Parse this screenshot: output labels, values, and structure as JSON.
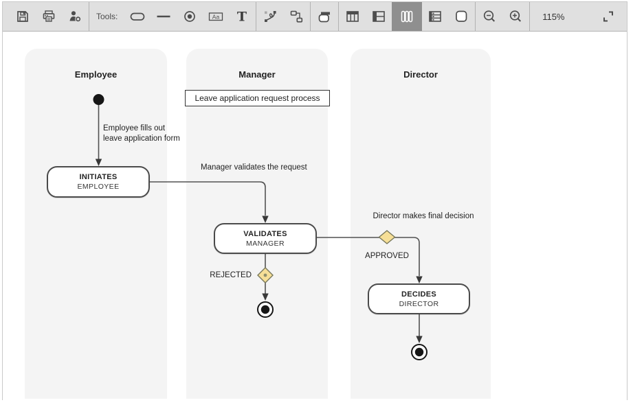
{
  "toolbar": {
    "tools_label": "Tools:",
    "zoom_level": "115%",
    "textbox_glyph": "Aa",
    "text_glyph": "T",
    "items": [
      "save",
      "print",
      "add-user",
      "rounded-rect-tool",
      "line-tool",
      "end-node-tool",
      "textbox-tool",
      "text-tool",
      "curve-tool",
      "tree-tool",
      "pool-tool",
      "table-columns-tool",
      "horizontal-lanes-tool",
      "vertical-lanes-tool",
      "list-tool",
      "rounded-square-tool",
      "zoom-out",
      "zoom-in",
      "expand"
    ],
    "selected_tool": "vertical-lanes-tool"
  },
  "diagram": {
    "title_box": "Leave application request process",
    "lanes": [
      {
        "name": "Employee"
      },
      {
        "name": "Manager"
      },
      {
        "name": "Director"
      }
    ],
    "nodes": {
      "initiates": {
        "title": "INITIATES",
        "subtitle": "EMPLOYEE"
      },
      "validates": {
        "title": "VALIDATES",
        "subtitle": "MANAGER"
      },
      "decides": {
        "title": "DECIDES",
        "subtitle": "DIRECTOR"
      }
    },
    "labels": {
      "fill_form_line1": "Employee fills out",
      "fill_form_line2": "leave application form",
      "manager_validates": "Manager validates the request",
      "director_decision": "Director makes final decision",
      "approved": "APPROVED",
      "rejected": "REJECTED"
    }
  },
  "colors": {
    "toolbar_bg": "#e0e0e0",
    "selected_tool_bg": "#8f8f8f",
    "icon_color": "#4d4d4d",
    "lane_fill": "#f4f4f4",
    "edge_color": "#515151",
    "diamond_fill": "#f6df97",
    "diamond_border": "#77775a",
    "node_border": "#4a4a4a"
  }
}
